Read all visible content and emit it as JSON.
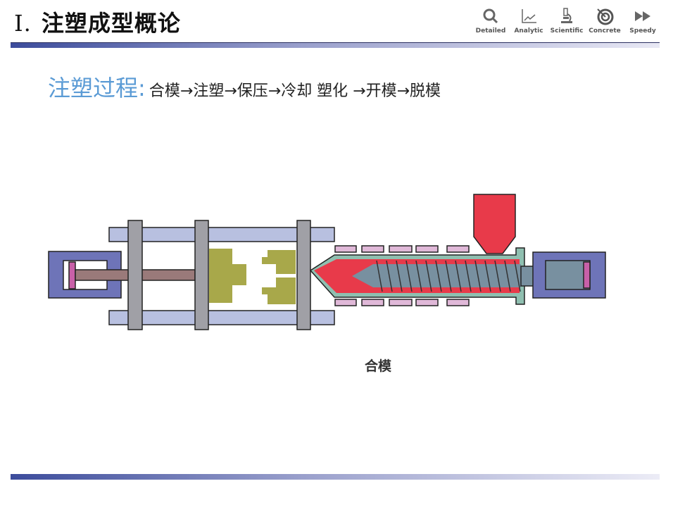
{
  "header": {
    "number": "Ⅰ.",
    "title": "注塑成型概论"
  },
  "logos": [
    {
      "icon": "magnifier-icon",
      "label": "Detailed"
    },
    {
      "icon": "line-chart-icon",
      "label": "Analytic"
    },
    {
      "icon": "microscope-icon",
      "label": "Scientific"
    },
    {
      "icon": "target-icon",
      "label": "Concrete"
    },
    {
      "icon": "fast-forward-icon",
      "label": "Speedy"
    }
  ],
  "process": {
    "label": "注塑过程:",
    "steps": "合模→注塑→保压→冷却 塑化 →开模→脱模"
  },
  "diagram": {
    "caption": "合模"
  },
  "colors": {
    "accent": "#5b9bd5",
    "tie_bar": "#b8c0e0",
    "platen": "#a0a0a6",
    "mold": "#a8a84a",
    "melt": "#e83a4a",
    "barrel": "#8fbfb0",
    "cylinder": "#6e74b8"
  }
}
